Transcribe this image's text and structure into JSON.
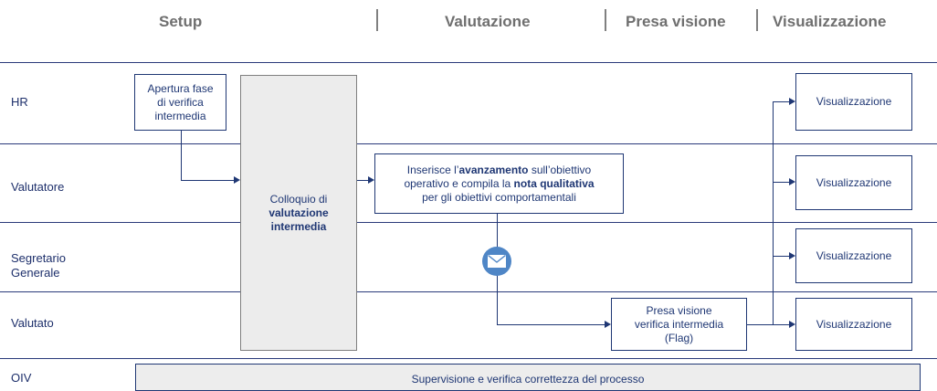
{
  "phases": [
    "Setup",
    "Valutazione",
    "Presa visione",
    "Visualizzazione"
  ],
  "lanes": {
    "hr": "HR",
    "valutatore": "Valutatore",
    "segretario_line1": "Segretario",
    "segretario_line2": "Generale",
    "valutato": "Valutato",
    "oiv": "OIV"
  },
  "boxes": {
    "apertura_line1": "Apertura fase",
    "apertura_line2": "di verifica",
    "apertura_line3": "intermedia",
    "colloquio_prefix": "Colloquio di",
    "colloquio_bold1": "valutazione",
    "colloquio_bold2": "intermedia",
    "inserisce_t1": "Inserisce l’",
    "inserisce_b1": "avanzamento",
    "inserisce_t2": " sull’obiettivo",
    "inserisce_t3": "operativo e compila la ",
    "inserisce_b2": "nota qualitativa",
    "inserisce_t4": "per gli obiettivi comportamentali",
    "presa_line1": "Presa visione",
    "presa_line2": "verifica intermedia",
    "presa_line3": "(Flag)",
    "visualizzazione": "Visualizzazione",
    "oiv_process": "Supervisione e verifica correttezza del processo"
  },
  "icons": {
    "envelope": "envelope-icon"
  },
  "colors": {
    "line": "#1f3774",
    "phase_text": "#6f6f6f",
    "grey_box": "#ececec",
    "envelope_bg": "#4f86c6"
  }
}
